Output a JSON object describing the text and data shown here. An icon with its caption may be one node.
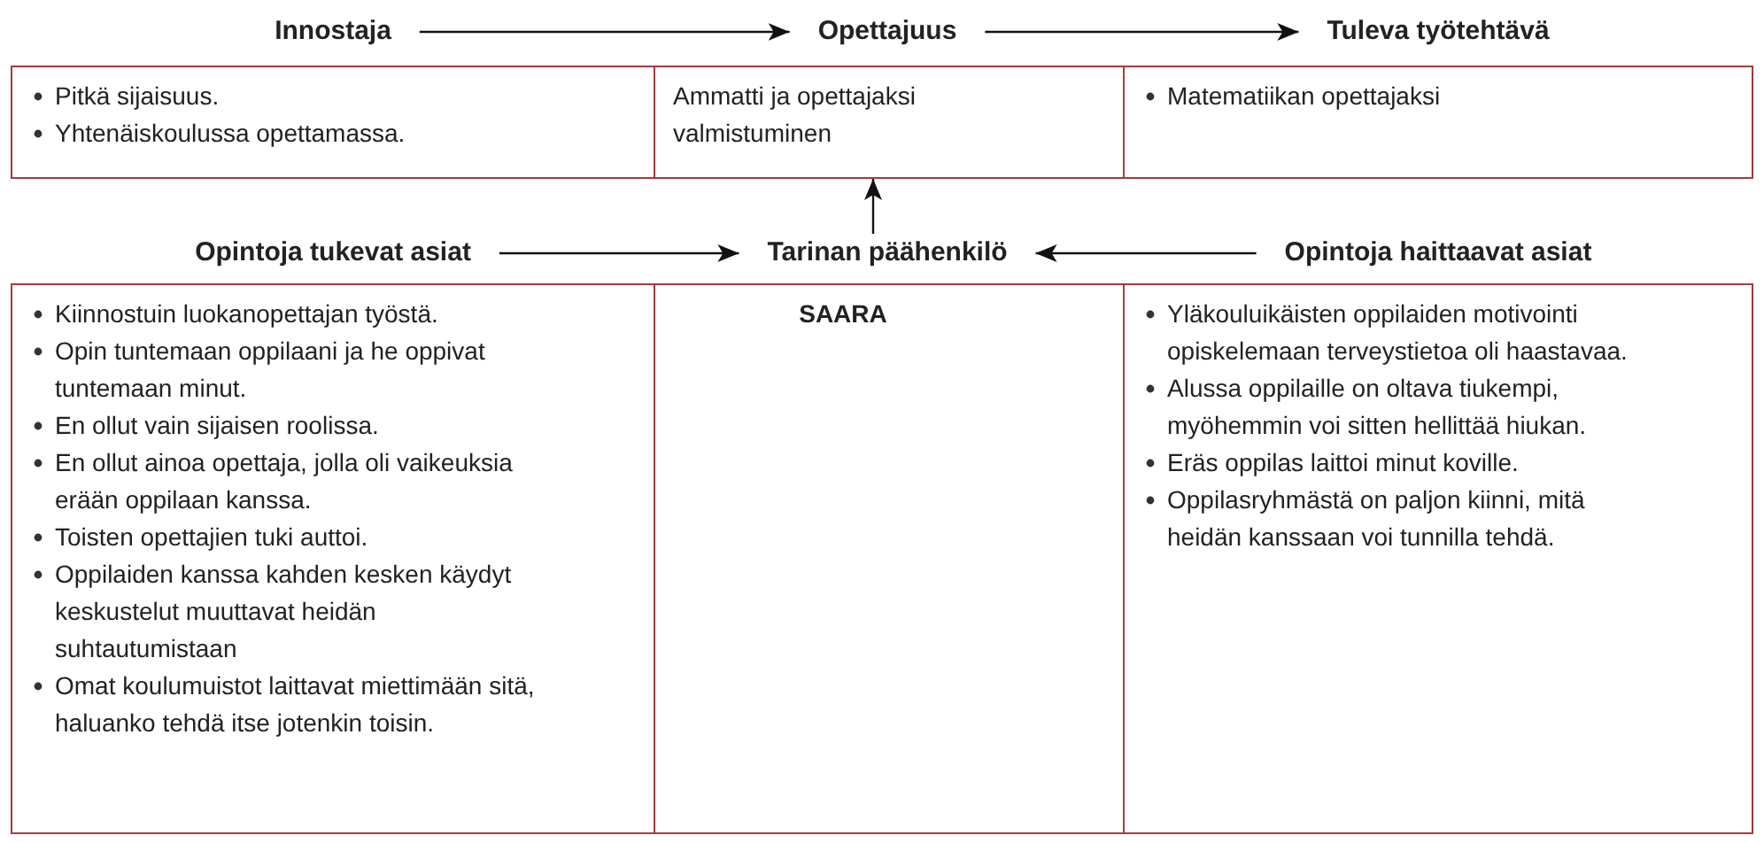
{
  "diagram": {
    "nodes": [
      {
        "text": [
          "Innostaja"
        ]
      },
      {
        "text": [
          "Opettajuus"
        ]
      },
      {
        "text": [
          "Tuleva työtehtävä"
        ]
      },
      {
        "text": [
          "Pitkä sijaisuus.",
          "Yhtenäiskoulussa opettamassa."
        ]
      },
      {
        "text": [
          "Ammatti ja opettajaksi valmistuminen"
        ]
      },
      {
        "text": [
          "Matematiikan opettajaksi"
        ]
      },
      {
        "text": [
          "Opintoja tukevat asiat"
        ]
      },
      {
        "text": [
          "Tarinan päähenkilö"
        ]
      },
      {
        "text": [
          "Opintoja haittaavat asiat"
        ]
      },
      {
        "text": [
          "Kiinnostuin luokanopettajan työstä.",
          "Opin tuntemaan oppilaani ja he oppivat tuntemaan minut.",
          "En ollut vain sijaisen roolissa.",
          "En ollut ainoa opettaja, jolla oli vaikeuksia erään oppilaan kanssa.",
          "Toisten opettajien tuki auttoi.",
          "Oppilaiden kanssa kahden kesken käydyt keskustelut muuttavat heidän suhtautumistaan",
          "Omat koulumuistot laittavat miettimään sitä, haluanko tehdä itse jotenkin toisin."
        ]
      },
      {
        "text": [
          "SAARA"
        ]
      },
      {
        "text": [
          "Yläkouluikäisten oppilaiden motivointi opiskelemaan terveystietoa oli haastavaa.",
          "Alussa oppilaille on oltava tiukempi, myöhemmin voi sitten hellittää hiukan.",
          "Eräs oppilas laittoi minut koville.",
          "Oppilasryhmästä on paljon kiinni, mitä heidän kanssaan voi tunnilla tehdä."
        ]
      }
    ],
    "edges": [
      {
        "from": 0,
        "to": 1,
        "arrow": "to"
      },
      {
        "from": 1,
        "to": 2,
        "arrow": "to"
      },
      {
        "from": 6,
        "to": 7,
        "arrow": "to"
      },
      {
        "from": 8,
        "to": 7,
        "arrow": "to"
      },
      {
        "from": 7,
        "to": 4,
        "arrow": "to"
      }
    ]
  }
}
